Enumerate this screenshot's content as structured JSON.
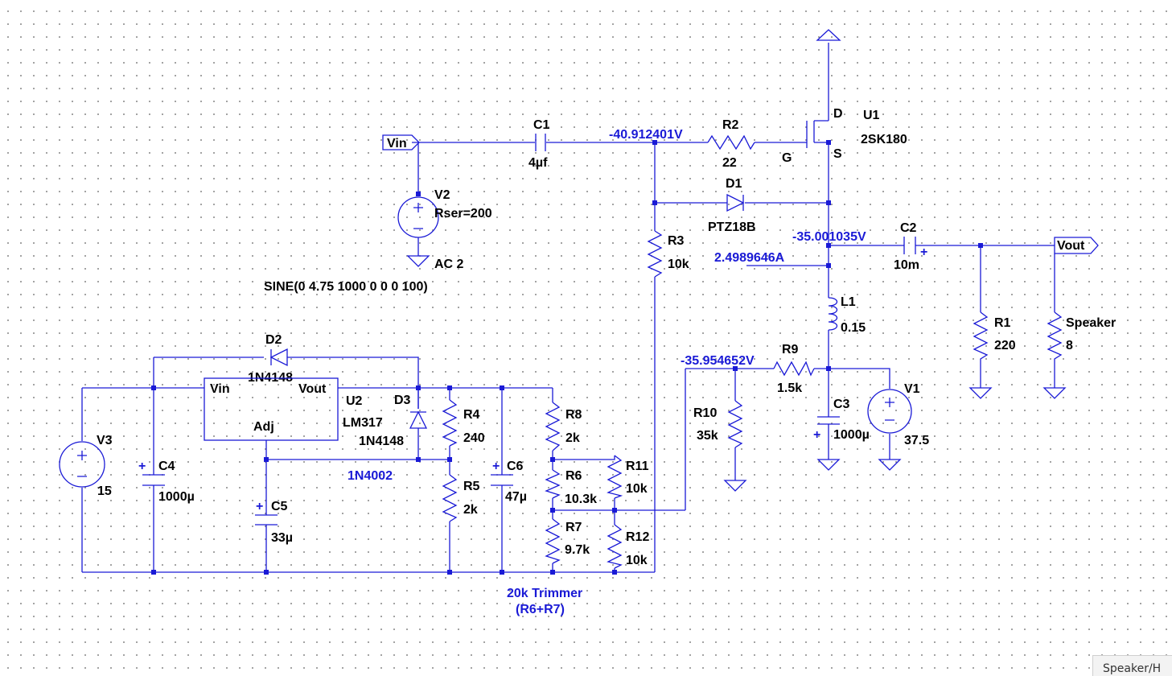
{
  "ports": {
    "vin": "Vin",
    "vout": "Vout"
  },
  "components": {
    "c1": {
      "ref": "C1",
      "value": "4µf"
    },
    "r2": {
      "ref": "R2",
      "value": "22"
    },
    "u1": {
      "ref": "U1",
      "value": "2SK180",
      "pins": {
        "d": "D",
        "g": "G",
        "s": "S"
      }
    },
    "d1": {
      "ref": "D1",
      "value": "PTZ18B"
    },
    "r3": {
      "ref": "R3",
      "value": "10k"
    },
    "c2": {
      "ref": "C2",
      "value": "10m"
    },
    "l1": {
      "ref": "L1",
      "value": "0.15"
    },
    "r9": {
      "ref": "R9",
      "value": "1.5k"
    },
    "r10": {
      "ref": "R10",
      "value": "35k"
    },
    "c3": {
      "ref": "C3",
      "value": "1000µ"
    },
    "v1": {
      "ref": "V1",
      "value": "37.5"
    },
    "r1": {
      "ref": "R1",
      "value": "220"
    },
    "speaker": {
      "ref": "Speaker",
      "value": "8"
    },
    "v2": {
      "ref": "V2",
      "value": "Rser=200",
      "ac": "AC 2",
      "sine": "SINE(0 4.75 1000 0 0 0 100)"
    },
    "d2": {
      "ref": "D2",
      "value": "1N4148"
    },
    "u2": {
      "ref": "U2",
      "value": "LM317",
      "pins": {
        "vin": "Vin",
        "vout": "Vout",
        "adj": "Adj"
      }
    },
    "d3": {
      "ref": "D3",
      "value": "1N4148"
    },
    "r4": {
      "ref": "R4",
      "value": "240"
    },
    "r5": {
      "ref": "R5",
      "value": "2k"
    },
    "c6": {
      "ref": "C6",
      "value": "47µ"
    },
    "r8": {
      "ref": "R8",
      "value": "2k"
    },
    "r6": {
      "ref": "R6",
      "value": "10.3k"
    },
    "r7": {
      "ref": "R7",
      "value": "9.7k"
    },
    "r11": {
      "ref": "R11",
      "value": "10k"
    },
    "r12": {
      "ref": "R12",
      "value": "10k"
    },
    "v3": {
      "ref": "V3",
      "value": "15"
    },
    "c4": {
      "ref": "C4",
      "value": "1000µ"
    },
    "c5": {
      "ref": "C5",
      "value": "33µ"
    }
  },
  "annotations": {
    "node_gate": "-40.912401V",
    "node_source": "-35.001035V",
    "drain_current": "2.4989646A",
    "node_bias": "-35.954652V",
    "d_note": "1N4002",
    "trimmer_1": "20k Trimmer",
    "trimmer_2": "(R6+R7)",
    "polarity_plus": "+"
  },
  "status_tab": "Speaker/H",
  "colors": {
    "wire": "#1a1ad6",
    "text": "#000000",
    "probe": "#1a1ad6",
    "grid": "#8c8c8c"
  }
}
